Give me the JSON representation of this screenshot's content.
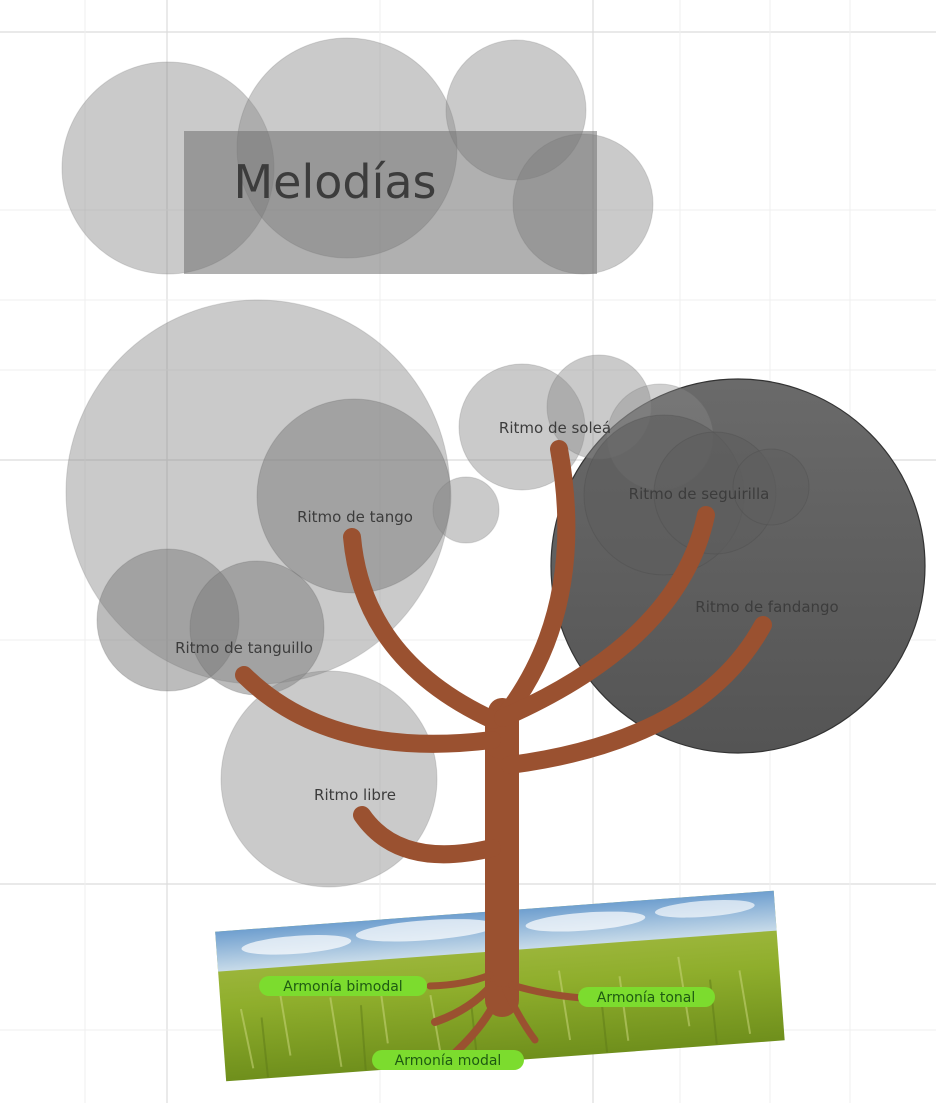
{
  "title": "Melodías",
  "rhythms": {
    "solea": "Ritmo de soleá",
    "tango": "Ritmo de tango",
    "seguirilla": "Ritmo de seguirilla",
    "fandango": "Ritmo de fandango",
    "tanguillo": "Ritmo de tanguillo",
    "libre": "Ritmo libre"
  },
  "harmonies": {
    "bimodal": "Armonía bimodal",
    "tonal": "Armonía tonal",
    "modal": "Armonía modal"
  },
  "colors": {
    "branch": "#9a5130",
    "bubble_light": "#8a8a8a",
    "bubble_dark": "#5e5e5e",
    "label_green": "#7cdc2e"
  }
}
